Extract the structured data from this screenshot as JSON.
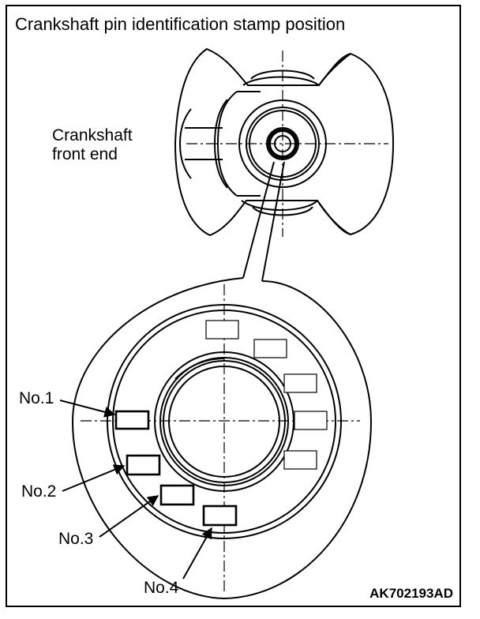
{
  "title": "Crankshaft pin identification stamp position",
  "labels": {
    "front_end_line1": "Crankshaft",
    "front_end_line2": "front end",
    "no1": "No.1",
    "no2": "No.2",
    "no3": "No.3",
    "no4": "No.4"
  },
  "figure_code": "AK702193AD"
}
